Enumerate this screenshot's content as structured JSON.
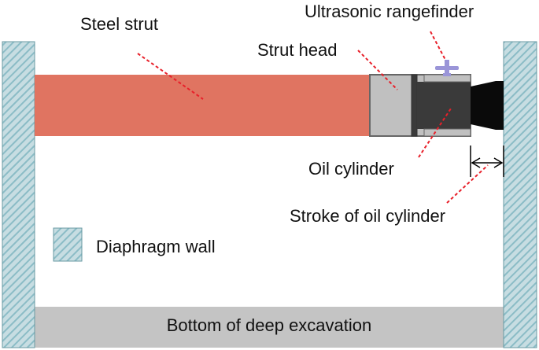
{
  "labels": {
    "steel_strut": "Steel strut",
    "ultrasonic_rangefinder": "Ultrasonic rangefinder",
    "strut_head": "Strut head",
    "oil_cylinder": "Oil cylinder",
    "stroke_of_oil_cylinder": "Stroke of oil cylinder",
    "diaphragm_wall": "Diaphragm wall",
    "bottom_of_excavation": "Bottom of deep excavation"
  },
  "colors": {
    "steel_strut": "#e07461",
    "strut_head": "#c0c0c0",
    "oil_cylinder": "#3a3a3a",
    "cylinder_end": "#0a0a0a",
    "diaphragm_wall_hatch": "#8bbcc6",
    "diaphragm_wall_bg": "#c7dde2",
    "rangefinder": "#9a95d8",
    "excavation_bottom": "#c4c4c4",
    "leader_line": "#e8202a"
  }
}
